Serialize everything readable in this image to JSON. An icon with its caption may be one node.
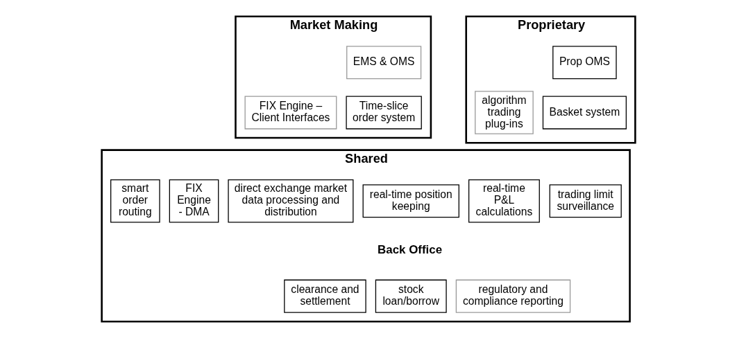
{
  "diagram": {
    "nodes": [
      {
        "text": [
          "Market Making"
        ]
      },
      {
        "text": [
          "EMS & OMS"
        ],
        "in": 0
      },
      {
        "text": [
          "FIX Engine – Client Interfaces"
        ],
        "in": 0
      },
      {
        "text": [
          "Time-slice order system"
        ],
        "in": 0
      },
      {
        "text": [
          "Proprietary"
        ]
      },
      {
        "text": [
          "Prop OMS"
        ],
        "in": 4
      },
      {
        "text": [
          "algorithm trading plug-ins"
        ],
        "in": 4
      },
      {
        "text": [
          "Basket system"
        ],
        "in": 4
      },
      {
        "text": [
          "Shared"
        ]
      },
      {
        "text": [
          "smart order routing"
        ],
        "in": 8
      },
      {
        "text": [
          "FIX Engine - DMA"
        ],
        "in": 8
      },
      {
        "text": [
          "direct exchange market data processing and distribution"
        ],
        "in": 8
      },
      {
        "text": [
          "real-time position keeping"
        ],
        "in": 8
      },
      {
        "text": [
          "real-time P&L calculations"
        ],
        "in": 8
      },
      {
        "text": [
          "trading limit surveillance"
        ],
        "in": 8
      },
      {
        "text": [
          "clearance and settlement"
        ],
        "in": 8
      },
      {
        "text": [
          "stock loan/borrow"
        ],
        "in": 8
      },
      {
        "text": [
          "regulatory and compliance reporting"
        ],
        "in": 8
      }
    ],
    "labels": [
      "Back Office"
    ]
  }
}
